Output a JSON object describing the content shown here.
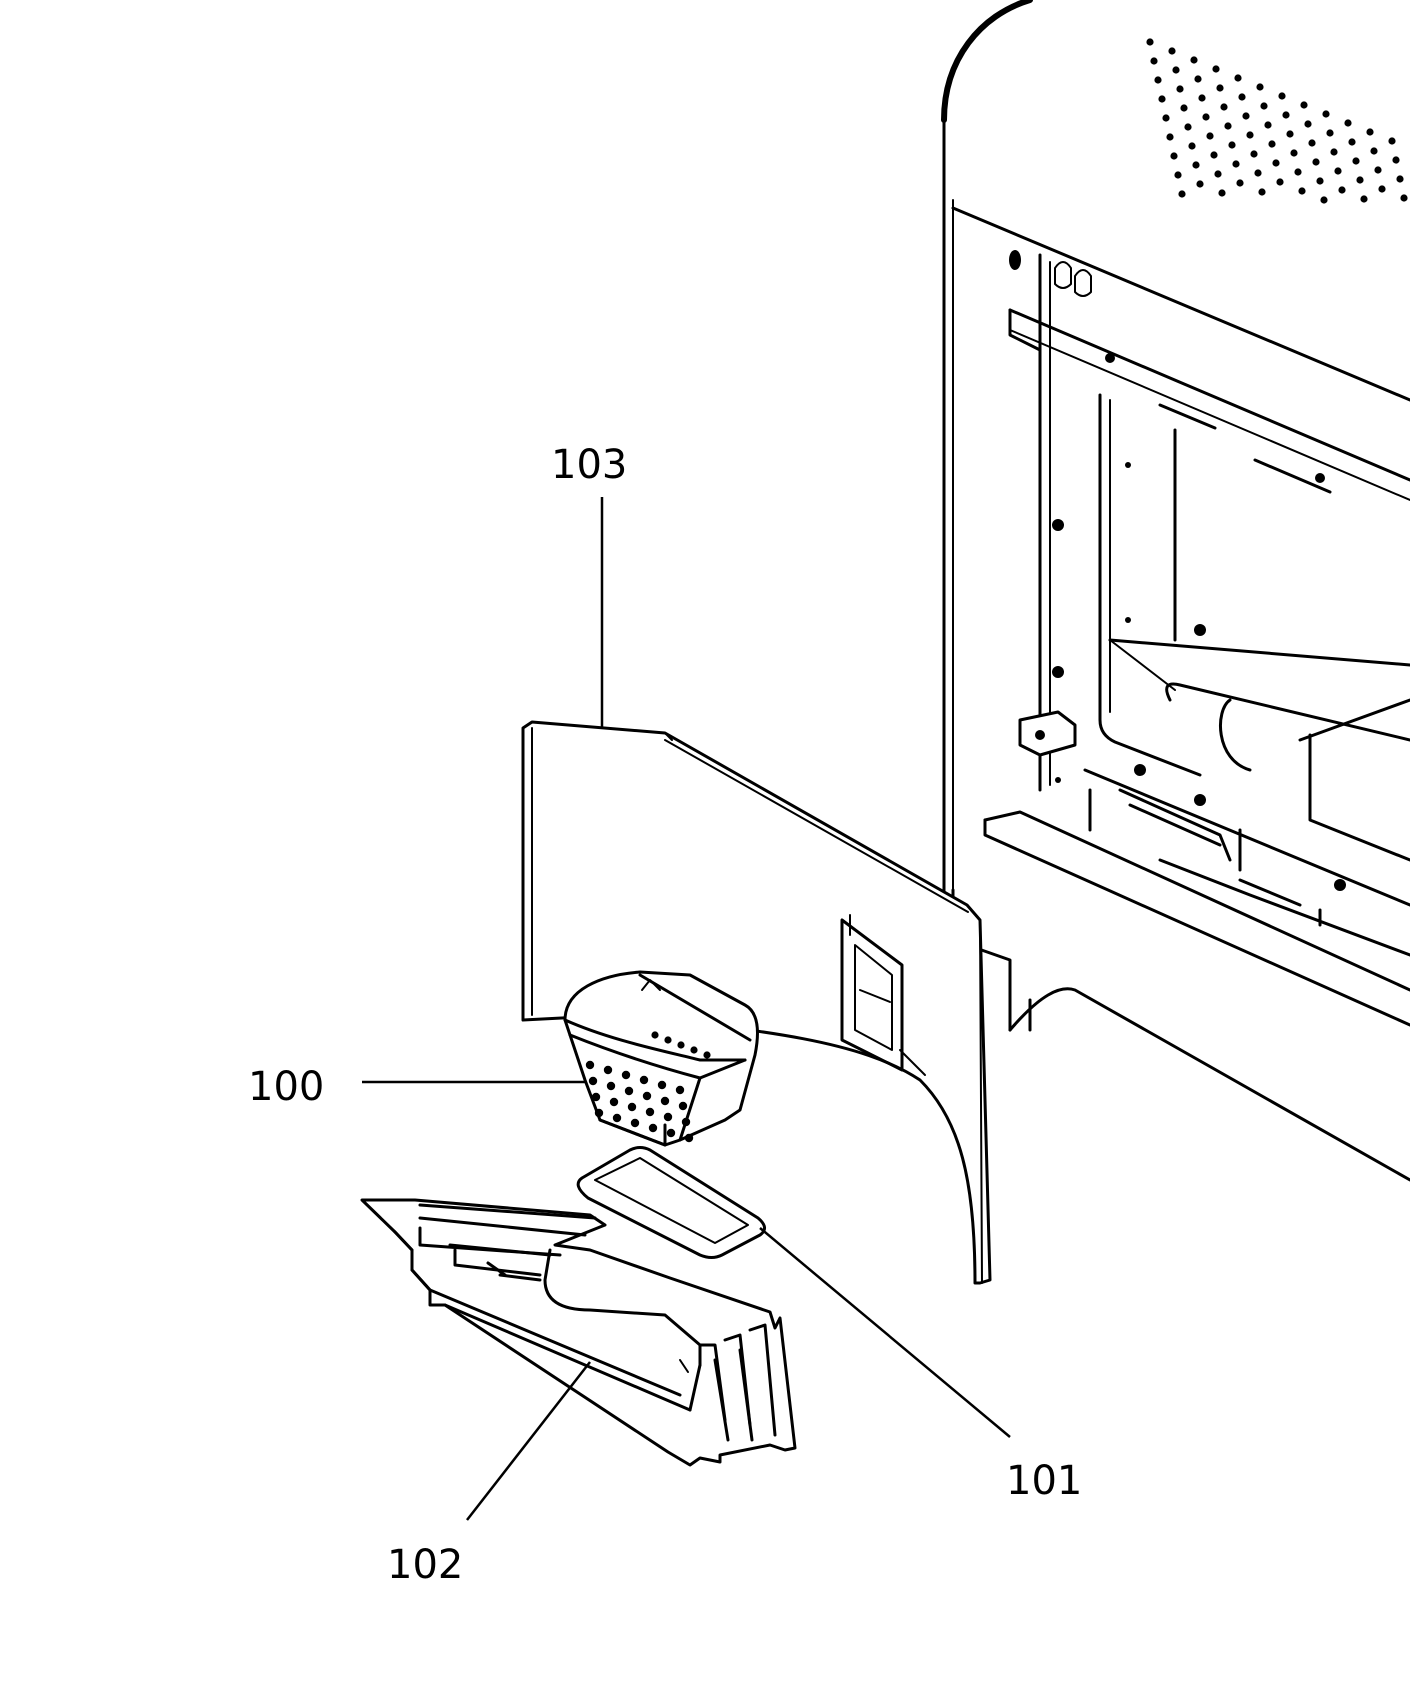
{
  "callouts": {
    "c100": "100",
    "c101": "101",
    "c102": "102",
    "c103": "103"
  },
  "colors": {
    "line": "#000000",
    "background": "#ffffff"
  }
}
